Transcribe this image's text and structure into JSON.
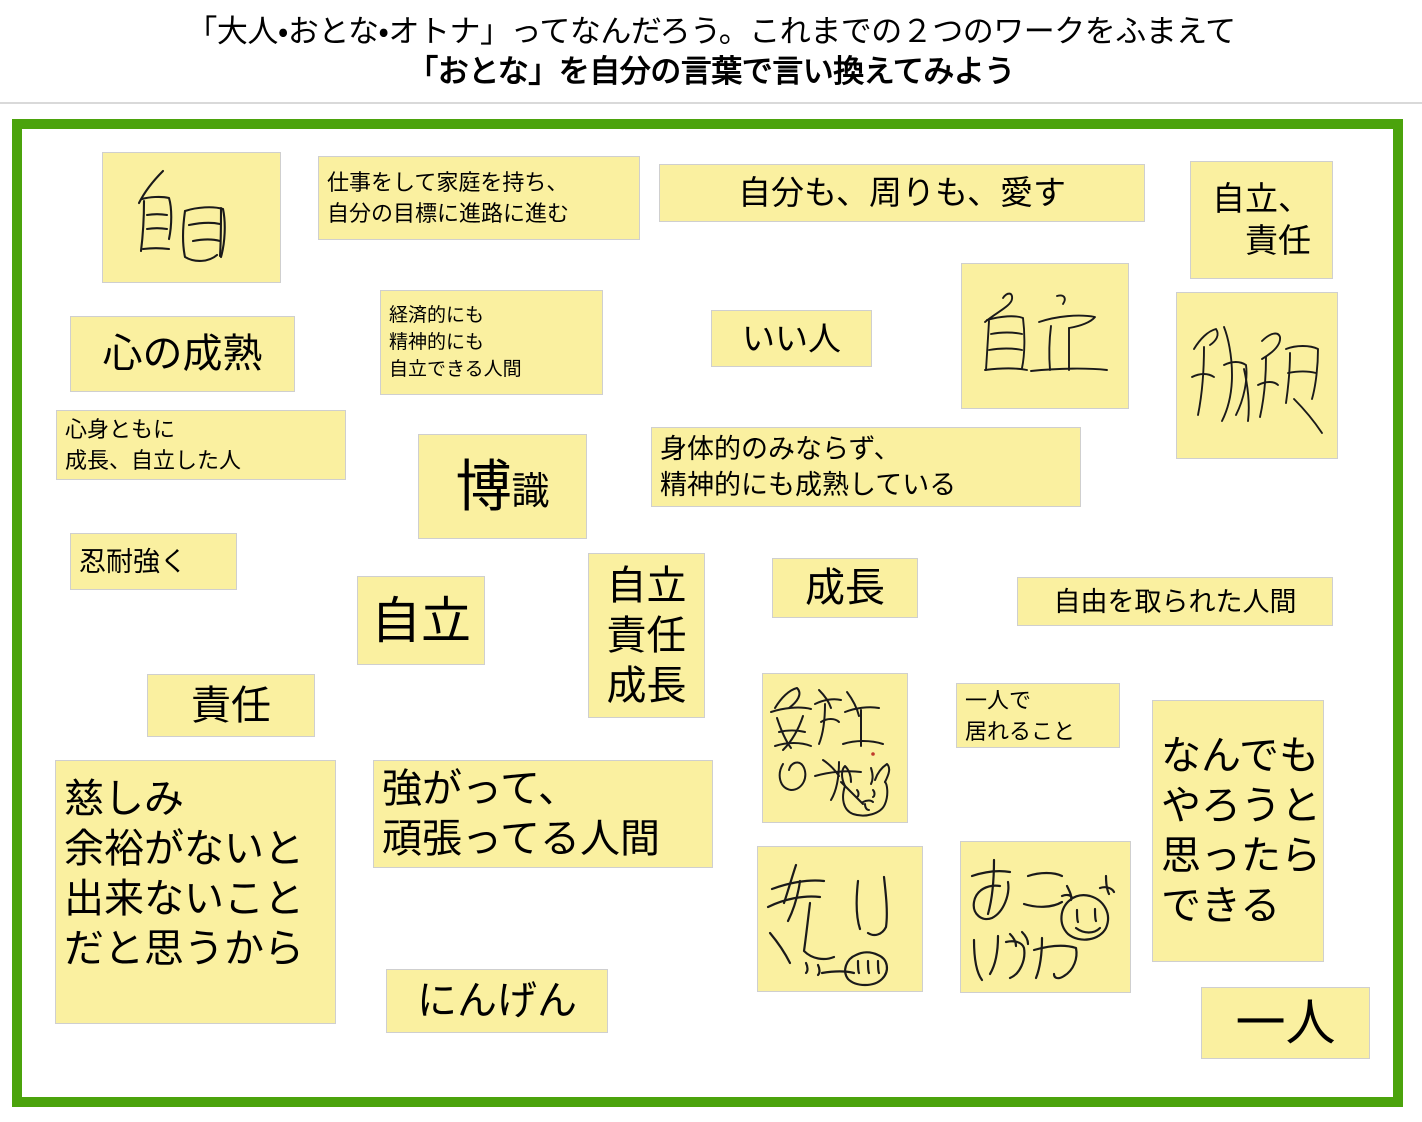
{
  "header": {
    "line1": "「大人・おとな・オトナ」ってなんだろう。これまでの２つのワークをふまえて",
    "line2": "「おとな」を自分の言葉で言い換えてみよう"
  },
  "board": {
    "frame_color": "#4ba30c",
    "note_color": "#faf0a0",
    "note_border_color": "#cfcfcf",
    "background_color": "#ffffff"
  },
  "notes": [
    {
      "id": "jiyuu-hand",
      "text": "自由",
      "kind": "handwritten"
    },
    {
      "id": "shigoto-katei",
      "text": "仕事をして家庭を持ち、\n自分の目標に進路に進む",
      "kind": "text"
    },
    {
      "id": "jibun-mawari-aisu",
      "text": "自分も、周りも、愛す",
      "kind": "text"
    },
    {
      "id": "jiritsu-sekinin",
      "text": "自立、\n　責任",
      "kind": "text"
    },
    {
      "id": "kokoro-seijuku",
      "text": "心の成熟",
      "kind": "text"
    },
    {
      "id": "keizai-seishin",
      "text": "経済的にも\n精神的にも\n自立できる人間",
      "kind": "text"
    },
    {
      "id": "ii-hito",
      "text": "いい人",
      "kind": "text"
    },
    {
      "id": "jiritsu-hand",
      "text": "自立",
      "kind": "handwritten"
    },
    {
      "id": "kodoku-hand",
      "text": "孤独",
      "kind": "handwritten"
    },
    {
      "id": "shinshin-tomoni",
      "text": "心身ともに\n成長、自立した人",
      "kind": "text"
    },
    {
      "id": "hakushiki",
      "text": "博識",
      "kind": "text"
    },
    {
      "id": "shintaiteki",
      "text": "身体的のみならず、\n精神的にも成熟している",
      "kind": "text"
    },
    {
      "id": "nintai-zuyoku",
      "text": "忍耐強く",
      "kind": "text"
    },
    {
      "id": "jiritsu",
      "text": "自立",
      "kind": "text"
    },
    {
      "id": "jiritsu-sekinin-seichou",
      "text": "自立\n責任\n成長",
      "kind": "text"
    },
    {
      "id": "seichou",
      "text": "成長",
      "kind": "text"
    },
    {
      "id": "jiyuu-torareta",
      "text": "自由を取られた人間",
      "kind": "text"
    },
    {
      "id": "sekinin",
      "text": "責任",
      "kind": "text"
    },
    {
      "id": "kaisha-no-inu",
      "text": "会社の犬",
      "kind": "handwritten"
    },
    {
      "id": "hitori-de-ireru",
      "text": "一人で\n居れること",
      "kind": "text"
    },
    {
      "id": "nandemo-yarou",
      "text": "なんでも\nやろうと\n思ったら\nできる",
      "kind": "text"
    },
    {
      "id": "itsukushimi",
      "text": "慈しみ\n余裕がないと\n出来ないこと\nだと思うから",
      "kind": "text"
    },
    {
      "id": "tsuyogatte",
      "text": "強がって、\n頑張ってる人間",
      "kind": "text"
    },
    {
      "id": "oi-hand",
      "text": "老い",
      "kind": "handwritten"
    },
    {
      "id": "akogare-hand",
      "text": "あこがれ",
      "kind": "handwritten"
    },
    {
      "id": "ningen",
      "text": "にんげん",
      "kind": "text"
    },
    {
      "id": "hitori",
      "text": "一人",
      "kind": "text"
    }
  ]
}
